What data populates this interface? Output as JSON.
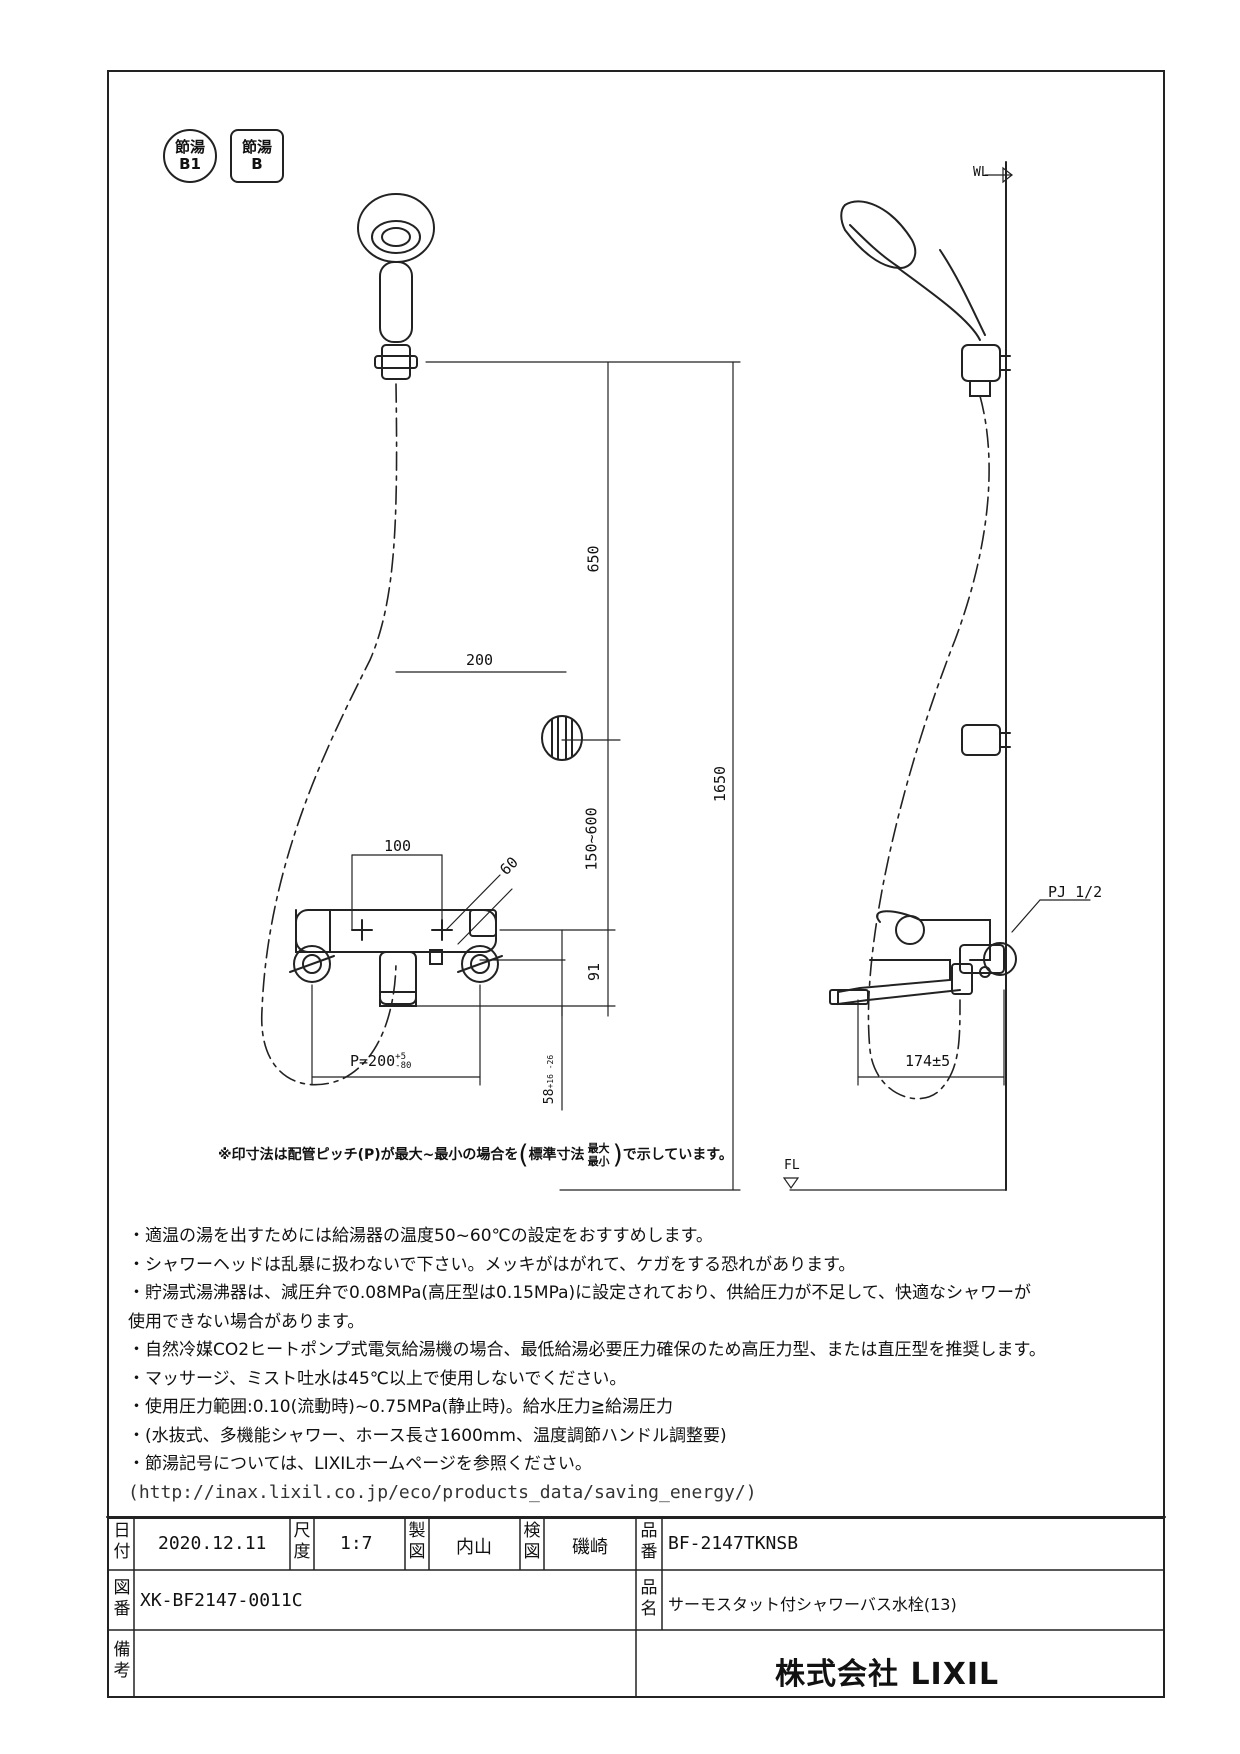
{
  "badges": {
    "round": {
      "line1": "節湯",
      "line2": "B1"
    },
    "square": {
      "line1": "節湯",
      "line2": "B"
    }
  },
  "dimensions": {
    "wl": "WL",
    "fl": "FL",
    "d650": "650",
    "d200": "200",
    "d1650": "1650",
    "d150_600": "150~600",
    "d100": "100",
    "d60": "60",
    "d91": "91",
    "pitch_main": "P=200",
    "pitch_tol_plus": "+5",
    "pitch_tol_minus": "-80",
    "d58_main": "58",
    "d58_tol": "+16 -26",
    "pj": "PJ 1/2",
    "d174": "174±5"
  },
  "notice": {
    "part1": "※印寸法は配管ピッチ(P)が最大~最小の場合を",
    "standard": "標準寸法",
    "max": "最大",
    "min": "最小",
    "part2": "で示しています。"
  },
  "notes": [
    "・適温の湯を出すためには給湯器の温度50~60℃の設定をおすすめします。",
    "・シャワーヘッドは乱暴に扱わないで下さい。メッキがはがれて、ケガをする恐れがあります。",
    "・貯湯式湯沸器は、減圧弁で0.08MPa(高圧型は0.15MPa)に設定されており、供給圧力が不足して、快適なシャワーが",
    "使用できない場合があります。",
    "・自然冷媒CO2ヒートポンプ式電気給湯機の場合、最低給湯必要圧力確保のため高圧力型、または直圧型を推奨します。",
    "・マッサージ、ミスト吐水は45℃以上で使用しないでください。",
    "・使用圧力範囲:0.10(流動時)~0.75MPa(静止時)。給水圧力≧給湯圧力",
    "・(水抜式、多機能シャワー、ホース長さ1600mm、温度調節ハンドル調整要)",
    "・節湯記号については、LIXILホームページを参照ください。"
  ],
  "url": "(http://inax.lixil.co.jp/eco/products_data/saving_energy/)",
  "title_block": {
    "date_label": "日付",
    "date": "2020.12.11",
    "scale_label": "尺度",
    "scale": "1:7",
    "drawn_label": "製図",
    "drawn_by": "内山",
    "checked_label": "検図",
    "checked_by": "磯崎",
    "part_no_label": "品番",
    "part_no": "BF-2147TKNSB",
    "drawing_no_label": "図番",
    "drawing_no": "XK-BF2147-0011C",
    "product_name_label": "品名",
    "product_name": "サーモスタット付シャワーバス水栓(13)",
    "remarks_label": "備考",
    "company": "株式会社 LIXIL"
  }
}
